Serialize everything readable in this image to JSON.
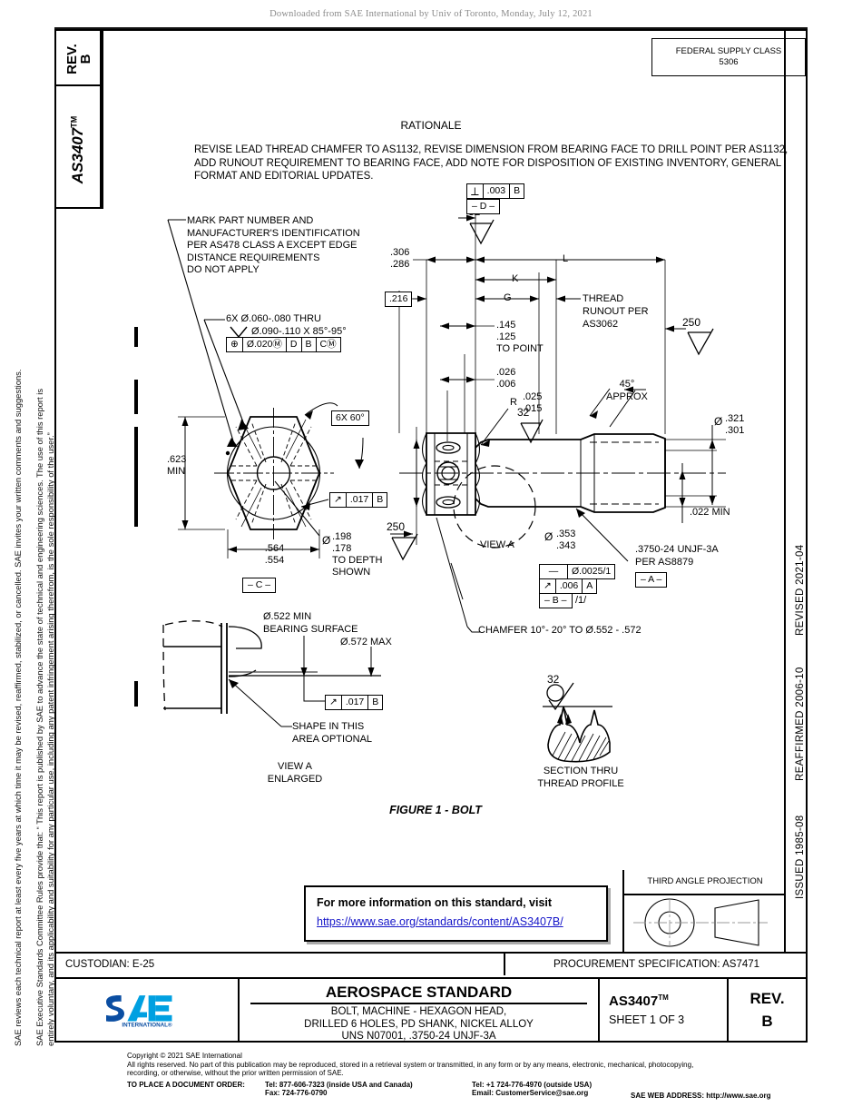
{
  "download_note": "Downloaded from SAE International by Univ of Toronto, Monday, July 12, 2021",
  "left_tabs": {
    "rev_label": "REV.",
    "rev_value": "B",
    "doc_number": "AS3407",
    "tm": "TM"
  },
  "legal_column": {
    "line1": "SAE Executive Standards Committee Rules provide that: “ This report is published by SAE to advance the state of technical and engineering sciences.  The use of this report is",
    "line2": "entirely voluntary, and its applicability and suitability for any particular use, including any patent infringement arising therefrom, is the sole responsibility of the user.”",
    "line3": "SAE reviews each technical report at least every five years at which time it may be revised, reaffirmed, stabilized, or cancelled. SAE invites your written comments and suggestions."
  },
  "date_column": {
    "issued": "ISSUED 1985-08",
    "reaffirmed": "REAFFIRMED 2006-10",
    "revised": "REVISED 2021-04"
  },
  "federal_supply_class": {
    "label": "FEDERAL SUPPLY CLASS",
    "value": "5306"
  },
  "rationale": {
    "title": "RATIONALE",
    "body": "REVISE LEAD THREAD CHAMFER TO AS1132, REVISE DIMENSION FROM BEARING FACE TO DRILL POINT PER AS1132, ADD RUNOUT REQUIREMENT TO BEARING FACE, ADD NOTE FOR DISPOSITION OF EXISTING INVENTORY, GENERAL FORMAT AND EDITORIAL UPDATES."
  },
  "drawing": {
    "figure_caption": "FIGURE 1 - BOLT",
    "notes": {
      "mark_note": "MARK PART NUMBER AND\nMANUFACTURER'S IDENTIFICATION\nPER AS478 CLASS A EXCEPT EDGE\nDISTANCE REQUIREMENTS\nDO NOT APPLY",
      "hole_note_1": "6X Ø.060-.080 THRU",
      "hole_note_2": "Ø.090-.110 X 85°-95°",
      "thread_runout": "THREAD\nRUNOUT PER\nAS3062",
      "thread_spec": ".3750-24 UNJF-3A\nPER AS8879",
      "chamfer_note": "CHAMFER 10°- 20° TO Ø.552 - .572",
      "shape_optional": "SHAPE IN THIS\nAREA OPTIONAL",
      "bearing_surface_min": "Ø.522 MIN\nBEARING SURFACE",
      "bearing_surface_max": "Ø.572 MAX",
      "to_point": "TO POINT",
      "to_depth_shown": "TO DEPTH\nSHOWN",
      "min_622": ".623\nMIN",
      "min_022": ".022 MIN",
      "approx_45": "45°\nAPPROX",
      "hex_angle": "6X 60°",
      "view_a": "VIEW A",
      "view_a_enlarged": "VIEW A\nENLARGED",
      "section_thru_thread": "SECTION THRU\nTHREAD PROFILE",
      "slash_one": "/1/"
    },
    "dimensions": {
      "d306_286": ".306\n.286",
      "d216": ".216",
      "d145_125": ".145\n.125",
      "d026_006": ".026\n.006",
      "R025_015": ".025\n.015",
      "d321_301": ".321\n.301",
      "d353_343": ".353\n.343",
      "d564_554": ".564\n.554",
      "d198_178": ".198\n.178",
      "letter_L": "L",
      "letter_K": "K",
      "letter_G": "G",
      "R_label": "R",
      "dia_symbol": "Ø"
    },
    "surface_finish": {
      "a": "32",
      "b": "250"
    },
    "fcf": [
      {
        "id": "perp-D",
        "symbol": "⟂",
        "value": ".003",
        "datums": [
          "B"
        ]
      },
      {
        "id": "pos-holes",
        "symbol": "⊕",
        "value": "Ø.020Ⓜ",
        "datums": [
          "D",
          "B",
          "CⓂ"
        ]
      },
      {
        "id": "runout-head",
        "symbol": "↗",
        "value": ".017",
        "datums": [
          "B"
        ]
      },
      {
        "id": "runout-viewa",
        "symbol": "↗",
        "value": ".017",
        "datums": [
          "B"
        ]
      },
      {
        "id": "straightness",
        "symbol": "—",
        "value": "Ø.0025/1",
        "datums": []
      },
      {
        "id": "runout-A",
        "symbol": "↗",
        "value": ".006",
        "datums": [
          "A"
        ]
      }
    ],
    "datums": {
      "A": "– A –",
      "B": "– B –",
      "C": "– C –",
      "D": "– D –"
    }
  },
  "url_box": {
    "line1": "For more information on this standard, visit",
    "line2": "https://www.sae.org/standards/content/AS3407B/"
  },
  "third_angle_projection": {
    "label": "THIRD ANGLE PROJECTION"
  },
  "custodian_row": {
    "custodian": "CUSTODIAN: E-25",
    "procurement": "PROCUREMENT SPECIFICATION: AS7471"
  },
  "title_block": {
    "standard_type": "AEROSPACE STANDARD",
    "description": "BOLT, MACHINE - HEXAGON HEAD,\nDRILLED 6 HOLES, PD SHANK, NICKEL ALLOY\nUNS N07001, .3750-24 UNJF-3A",
    "doc_number": "AS3407",
    "tm": "TM",
    "sheet": "SHEET 1 OF 3",
    "rev_label": "REV.",
    "rev_value": "B",
    "logo_text": "SAE",
    "logo_sub": "INTERNATIONAL®"
  },
  "footer": {
    "copyright": "Copyright © 2021 SAE International",
    "rights1": "All rights reserved. No part of this publication may be reproduced, stored in a retrieval system or transmitted, in any form or by any means, electronic, mechanical, photocopying,",
    "rights2": "recording, or otherwise, without the prior written permission of SAE.",
    "order_label": "TO PLACE A DOCUMENT ORDER:",
    "tel_inside": "Tel: 877-606-7323 (inside USA and Canada)",
    "fax": "Fax: 724-776-0790",
    "tel_outside": "Tel: +1 724-776-4970 (outside USA)",
    "email": "Email: CustomerService@sae.org",
    "web": "SAE WEB ADDRESS: http://www.sae.org"
  },
  "colors": {
    "link": "#1414c8",
    "logo_blue": "#00a0e1",
    "logo_dark": "#0b4ea2",
    "line": "#000000"
  }
}
